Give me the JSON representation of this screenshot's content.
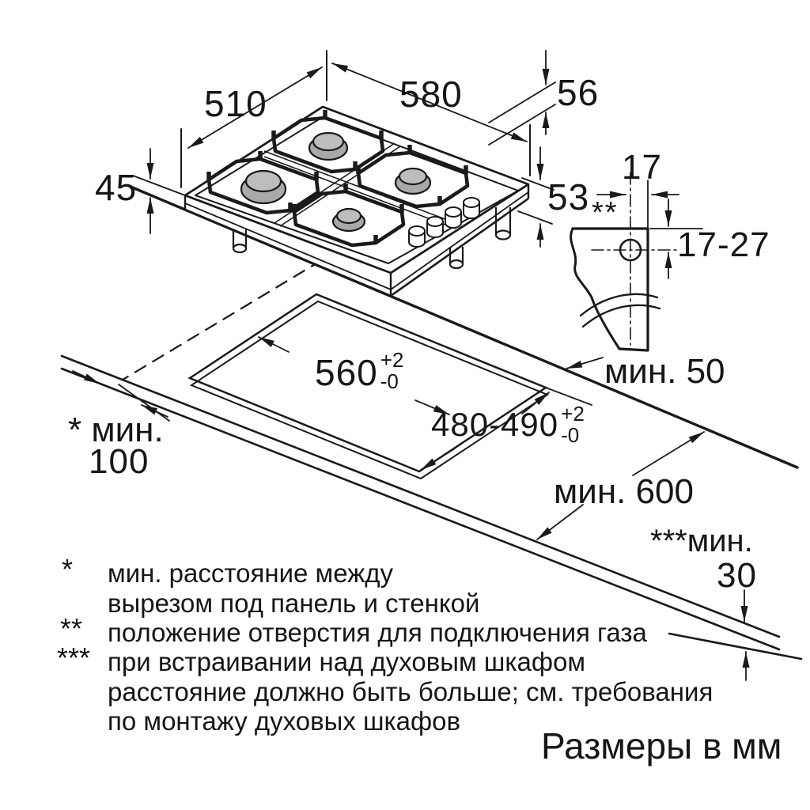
{
  "drawing": {
    "units_note": "Размеры в мм",
    "hob": {
      "width_mm": "580",
      "depth_mm": "510",
      "grate_height_mm": "56",
      "body_height_mm": "45",
      "built_in_depth_mm": "53"
    },
    "gas_connection": {
      "mark": "**",
      "offset_from_edge_mm": "17",
      "offset_from_top_mm": "17-27"
    },
    "cutout": {
      "width_mm": "560",
      "width_tol_plus": "+2",
      "width_tol_minus": "-0",
      "depth_mm": "480-490",
      "depth_tol_plus": "+2",
      "depth_tol_minus": "-0"
    },
    "clearances": {
      "wall_label": "* мин.",
      "wall_value": "100",
      "front_label": "мин. 50",
      "worktop_depth_label": "мин. 600",
      "oven_label": "***мин.",
      "oven_value": "30"
    },
    "footnotes": [
      {
        "mark": "*",
        "line1": "мин. расстояние между",
        "line2": "вырезом под панель и стенкой"
      },
      {
        "mark": "**",
        "line1": "положение отверстия для подключения газа"
      },
      {
        "mark": "***",
        "line1": "при встраивании над духовым шкафом",
        "line2": "расстояние должно быть больше; см. требования",
        "line3": "по монтажу духовых шкафов"
      }
    ],
    "colors": {
      "line": "#1a1a1a",
      "burner_gray": "#b3b3b3",
      "background": "#ffffff"
    }
  }
}
